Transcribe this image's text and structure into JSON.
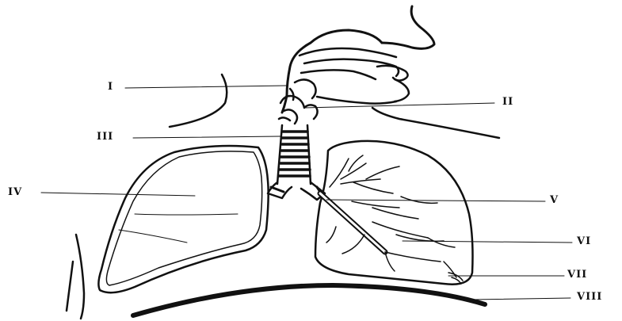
{
  "diagram": {
    "colors": {
      "ink": "#111111",
      "paper": "#ffffff"
    },
    "labels": [
      {
        "id": "I",
        "text": "I"
      },
      {
        "id": "II",
        "text": "II"
      },
      {
        "id": "III",
        "text": "III"
      },
      {
        "id": "IV",
        "text": "IV"
      },
      {
        "id": "V",
        "text": "V"
      },
      {
        "id": "VI",
        "text": "VI"
      },
      {
        "id": "VII",
        "text": "VII"
      },
      {
        "id": "VIII",
        "text": "VIII"
      }
    ]
  }
}
